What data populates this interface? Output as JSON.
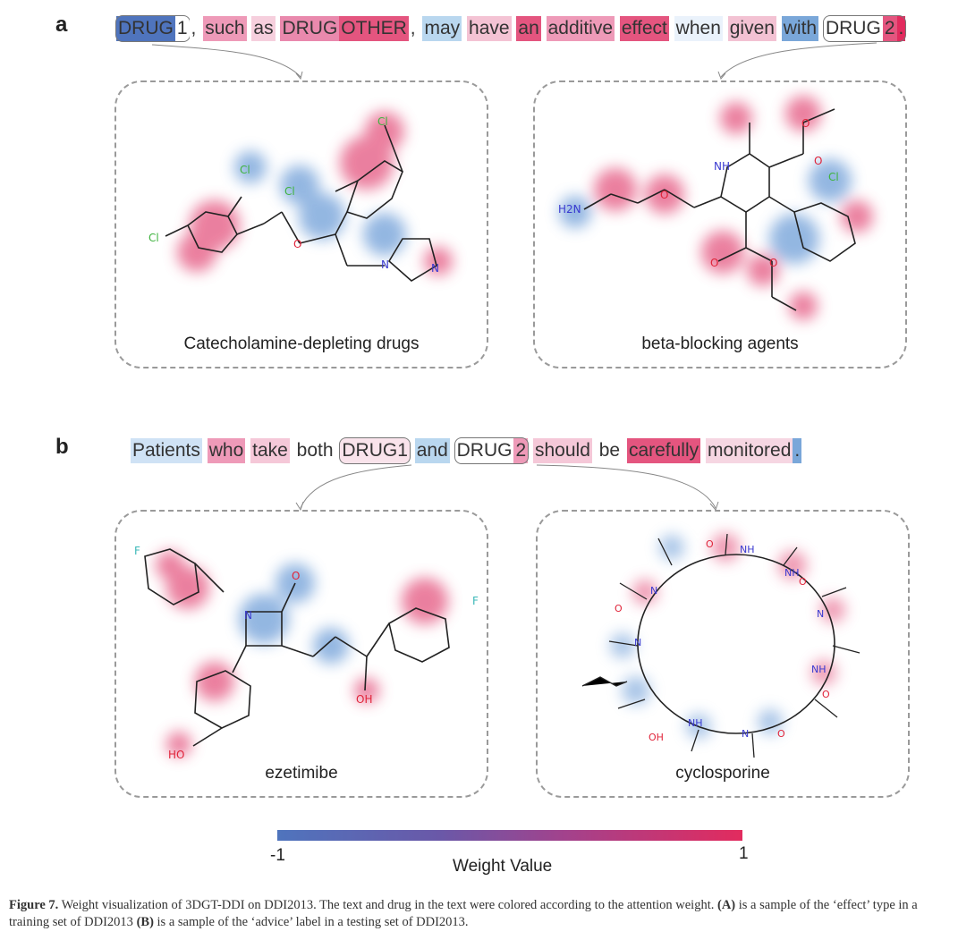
{
  "panel_a": {
    "letter": "a",
    "sentence": [
      {
        "text": "DRUG",
        "color": "#4f74bd",
        "boxed": "start"
      },
      {
        "text": "1",
        "color": "#ffffff",
        "boxed": "end"
      },
      {
        "text": ",",
        "color": "#ffffff"
      },
      {
        "text": "such",
        "color": "#ee9ab8"
      },
      {
        "text": "as",
        "color": "#f6cfdd"
      },
      {
        "text": "DRUG",
        "color": "#e989ad"
      },
      {
        "text": "OTHER",
        "color": "#e4557f"
      },
      {
        "text": ",",
        "color": "#ffffff"
      },
      {
        "text": "may",
        "color": "#b9d7ef"
      },
      {
        "text": "have",
        "color": "#f4c3d4"
      },
      {
        "text": "an",
        "color": "#e4557f"
      },
      {
        "text": "additive",
        "color": "#ee9ab8"
      },
      {
        "text": "effect",
        "color": "#e4557f"
      },
      {
        "text": "when",
        "color": "#eaf2fb"
      },
      {
        "text": "given",
        "color": "#f3c2d3"
      },
      {
        "text": "with",
        "color": "#7aa7d9"
      },
      {
        "text": "DRUG",
        "color": "#ffffff",
        "boxed": "start"
      },
      {
        "text": "2",
        "color": "#e4557f"
      },
      {
        "text": ".",
        "color": "#e22b5e",
        "boxed": "end"
      }
    ],
    "molecules": [
      {
        "label": "Catecholamine-depleting drugs"
      },
      {
        "label": "beta-blocking agents"
      }
    ]
  },
  "panel_b": {
    "letter": "b",
    "sentence": [
      {
        "text": "Patients",
        "color": "#cfe2f5"
      },
      {
        "text": "who",
        "color": "#ee9ab8"
      },
      {
        "text": "take",
        "color": "#f5c8d8"
      },
      {
        "text": "both",
        "color": "#ffffff"
      },
      {
        "text": "DRUG1",
        "color": "#f9e3eb",
        "boxed": "full"
      },
      {
        "text": "and",
        "color": "#b9d7ef"
      },
      {
        "text": "DRUG",
        "color": "#ffffff",
        "boxed": "start"
      },
      {
        "text": "2",
        "color": "#ee9ab8",
        "boxed": "end"
      },
      {
        "text": "should",
        "color": "#f5c8d8"
      },
      {
        "text": "be",
        "color": "#ffffff"
      },
      {
        "text": "carefully",
        "color": "#e4557f"
      },
      {
        "text": "monitored",
        "color": "#f6d6e2"
      },
      {
        "text": ".",
        "color": "#7aa7d9"
      }
    ],
    "molecules": [
      {
        "label": "ezetimibe"
      },
      {
        "label": "cyclosporine"
      }
    ]
  },
  "colorbar": {
    "min_label": "-1",
    "max_label": "1",
    "title": "Weight Value",
    "low_color": "#4f74bd",
    "high_color": "#e22b5e"
  },
  "atom_labels": {
    "cl": "Cl",
    "n": "N",
    "nh": "NH",
    "h2n": "H2N",
    "o": "O",
    "f": "F",
    "oh": "OH",
    "ho": "HO"
  },
  "caption": {
    "figure_label": "Figure 7.",
    "text_1": " Weight visualization of 3DGT-DDI on DDI2013. The text and drug in the text were colored according to the attention weight. ",
    "a_label": "(A)",
    "text_2": " is a sample of the ‘effect’ type in a training set of DDI2013 ",
    "b_label": "(B)",
    "text_3": " is a sample of the ‘advice’ label in a testing set of DDI2013."
  }
}
